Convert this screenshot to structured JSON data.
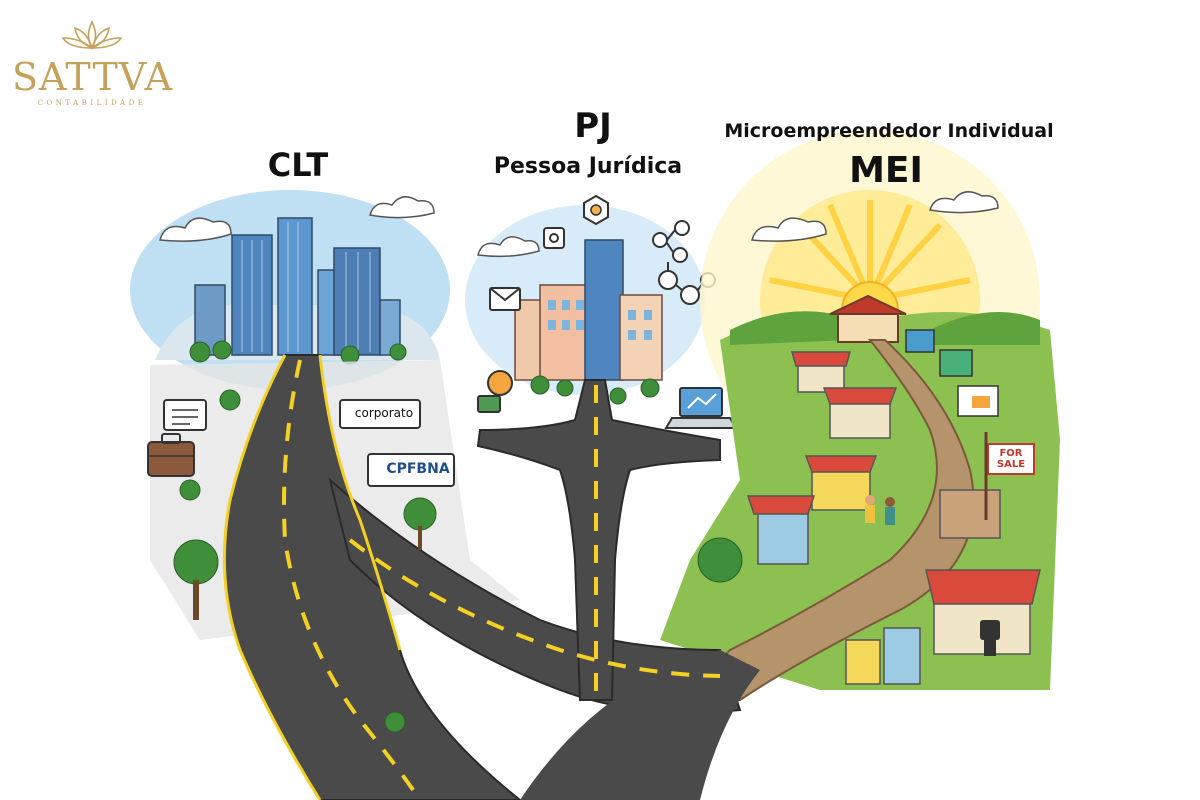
{
  "brand": {
    "name": "SATTVA",
    "subtitle": "CONTABILIDADE",
    "color": "#c6a15b"
  },
  "paths": {
    "clt": {
      "title": "CLT"
    },
    "pj": {
      "title": "PJ",
      "subtitle": "Pessoa Jurídica"
    },
    "mei": {
      "title": "MEI",
      "subtitle": "Microempreendedor Individual"
    }
  },
  "signs": {
    "corporate": "corporato",
    "company": "CPFBNA",
    "for_sale": "FOR SALE"
  },
  "colors": {
    "road": "#4a4a4a",
    "road_line": "#f2d024",
    "dirt": "#b5936b",
    "grass": "#8cc152",
    "sky_blue": "#bfe0f2",
    "sun": "#ffd84a",
    "awning": "#d94a3d"
  },
  "icons": [
    "lotus-icon",
    "briefcase-icon",
    "document-icon",
    "laptop-icon",
    "cog-icon",
    "network-icon",
    "envelope-icon",
    "desk-chair-icon"
  ]
}
